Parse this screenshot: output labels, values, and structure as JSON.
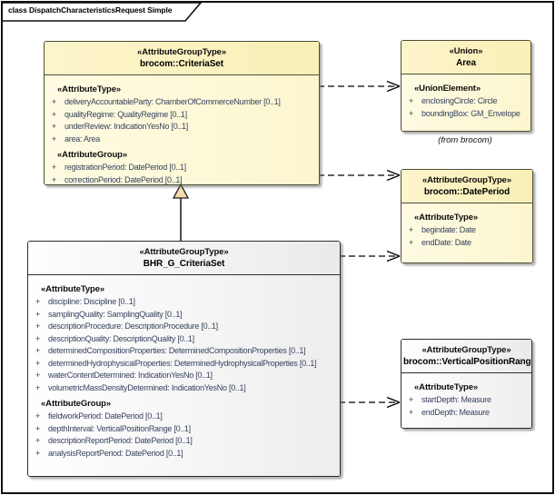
{
  "frame": {
    "title": "class DispatchCharacteristicsRequest Simple"
  },
  "colors": {
    "class_fill": "#FCF6CF",
    "class_header_fill": "#FAEFB6",
    "class_border": "#4E4E35",
    "focus_class_fill": "#F2F2F2",
    "attribute_text": "#36425E",
    "generalization_arrow_fill": "#F2DCAB",
    "connector": "#000000"
  },
  "classes": {
    "criteriaset": {
      "stereotype": "«AttributeGroupType»",
      "name": "brocom::CriteriaSet",
      "sections": [
        {
          "label": "«AttributeType»",
          "attrs": [
            {
              "vis": "+",
              "text": "deliveryAccountableParty: ChamberOfCommerceNumber [0..1]"
            },
            {
              "vis": "+",
              "text": "qualityRegime: QualityRegime [0..1]"
            },
            {
              "vis": "+",
              "text": "underReview: IndicationYesNo [0..1]"
            },
            {
              "vis": "+",
              "text": "area: Area"
            }
          ]
        },
        {
          "label": "«AttributeGroup»",
          "attrs": [
            {
              "vis": "+",
              "text": "registrationPeriod: DatePeriod [0..1]"
            },
            {
              "vis": "+",
              "text": "correctionPeriod: DatePeriod [0..1]"
            }
          ]
        }
      ]
    },
    "area": {
      "stereotype": "«Union»",
      "name": "Area",
      "note": "(from brocom)",
      "sections": [
        {
          "label": "«UnionElement»",
          "attrs": [
            {
              "vis": "+",
              "text": "enclosingCircle: Circle"
            },
            {
              "vis": "+",
              "text": "boundingBox: GM_Envelope"
            }
          ]
        }
      ]
    },
    "dateperiod": {
      "stereotype": "«AttributeGroupType»",
      "name": "brocom::DatePeriod",
      "sections": [
        {
          "label": "«AttributeType»",
          "attrs": [
            {
              "vis": "+",
              "text": "begindate: Date"
            },
            {
              "vis": "+",
              "text": "endDate: Date"
            }
          ]
        }
      ]
    },
    "bhr": {
      "stereotype": "«AttributeGroupType»",
      "name": "BHR_G_CriteriaSet",
      "sections": [
        {
          "label": "«AttributeType»",
          "attrs": [
            {
              "vis": "+",
              "text": "discipline: Discipline [0..1]"
            },
            {
              "vis": "+",
              "text": "samplingQuality: SamplingQuality [0..1]"
            },
            {
              "vis": "+",
              "text": "descriptionProcedure: DescriptionProcedure [0..1]"
            },
            {
              "vis": "+",
              "text": "descriptionQuality: DescriptionQuality [0..1]"
            },
            {
              "vis": "+",
              "text": "determinedCompositionProperties: DeterminedCompositionProperties [0..1]"
            },
            {
              "vis": "+",
              "text": "determinedHydrophysicalProperties: DeterminedHydrophysicalProperties [0..1]"
            },
            {
              "vis": "+",
              "text": "waterContentDetermined: IndicationYesNo [0..1]"
            },
            {
              "vis": "+",
              "text": "volumetricMassDensityDetermined: IndicationYesNo [0..1]"
            }
          ]
        },
        {
          "label": "«AttributeGroup»",
          "attrs": [
            {
              "vis": "+",
              "text": "fieldworkPeriod: DatePeriod [0..1]"
            },
            {
              "vis": "+",
              "text": "depthInterval: VerticalPositionRange [0..1]"
            },
            {
              "vis": "+",
              "text": "descriptionReportPeriod: DatePeriod [0..1]"
            },
            {
              "vis": "+",
              "text": "analysisReportPeriod: DatePeriod [0..1]"
            }
          ]
        }
      ]
    },
    "vpr": {
      "stereotype": "«AttributeGroupType»",
      "name": "brocom::VerticalPositionRange",
      "sections": [
        {
          "label": "«AttributeType»",
          "attrs": [
            {
              "vis": "+",
              "text": "startDepth: Measure"
            },
            {
              "vis": "+",
              "text": "endDepth: Measure"
            }
          ]
        }
      ]
    }
  },
  "relations": [
    {
      "type": "dependency",
      "style": "dashed",
      "from": "brocom::CriteriaSet",
      "to": "Area"
    },
    {
      "type": "dependency",
      "style": "dashed",
      "from": "brocom::CriteriaSet",
      "to": "brocom::DatePeriod"
    },
    {
      "type": "generalization",
      "style": "solid",
      "from": "BHR_G_CriteriaSet",
      "to": "brocom::CriteriaSet"
    },
    {
      "type": "dependency",
      "style": "dashed",
      "from": "BHR_G_CriteriaSet",
      "to": "brocom::DatePeriod"
    },
    {
      "type": "dependency",
      "style": "dashed",
      "from": "BHR_G_CriteriaSet",
      "to": "brocom::VerticalPositionRange"
    }
  ]
}
